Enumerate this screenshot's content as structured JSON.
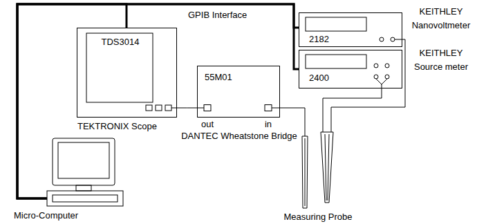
{
  "diagram": {
    "nodes": [
      {
        "text": [
          "TDS3014",
          "TEKTRONIX Scope"
        ]
      },
      {
        "text": [
          "55M01",
          "DANTEC Wheatstone Bridge"
        ]
      },
      {
        "text": [
          "2182",
          "KEITHLEY Nanovoltmeter"
        ]
      },
      {
        "text": [
          "2400",
          "KEITHLEY Source meter"
        ]
      },
      {
        "text": [
          "Micro-Computer"
        ]
      },
      {
        "text": [
          "Measuring Probe"
        ]
      }
    ],
    "edges": [
      {
        "from": 4,
        "to": 0,
        "arrow": "none"
      },
      {
        "from": 4,
        "to": 2,
        "arrow": "none"
      },
      {
        "from": 4,
        "to": 3,
        "arrow": "none"
      },
      {
        "from": 0,
        "to": 1,
        "arrow": "none"
      },
      {
        "from": 1,
        "to": 5,
        "arrow": "none"
      },
      {
        "from": 2,
        "to": 5,
        "arrow": "none"
      },
      {
        "from": 3,
        "to": 5,
        "arrow": "none"
      }
    ],
    "labels": [
      "GPIB Interface",
      "out",
      "in"
    ]
  }
}
